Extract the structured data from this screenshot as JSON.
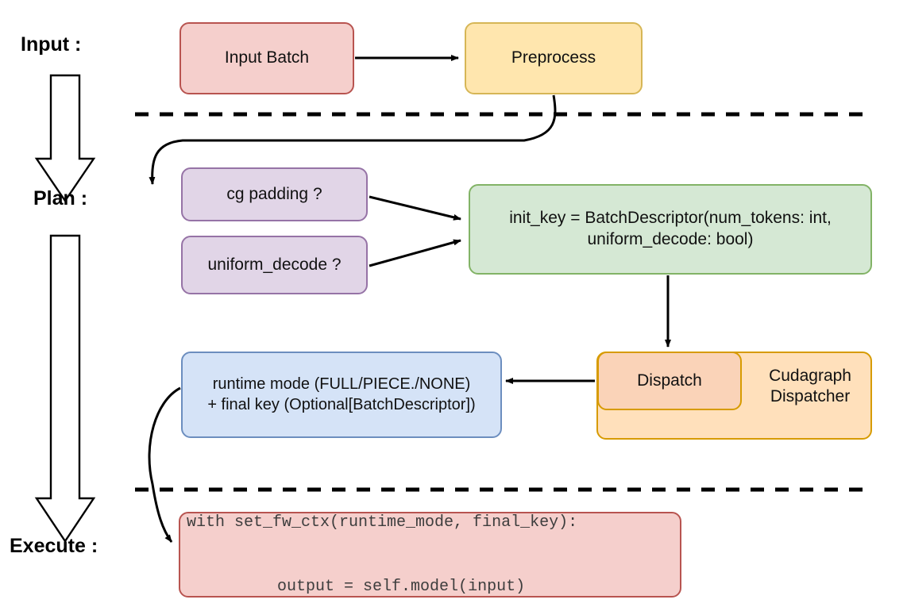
{
  "diagram": {
    "title": "vLLM cudagraph dispatch pipeline",
    "background": "#ffffff",
    "stage_labels": [
      {
        "id": "input",
        "text": "Input :"
      },
      {
        "id": "plan",
        "text": "Plan :"
      },
      {
        "id": "execute",
        "text": "Execute :"
      }
    ],
    "nodes": {
      "input_batch": {
        "label": "Input Batch",
        "fill": "#f5cfcc",
        "stroke": "#b85450"
      },
      "preprocess": {
        "label": "Preprocess",
        "fill": "#ffe6ae",
        "stroke": "#d6b656"
      },
      "cg_padding": {
        "label": "cg padding ?",
        "fill": "#e1d5e7",
        "stroke": "#9673a6"
      },
      "uniform_decode": {
        "label": "uniform_decode ?",
        "fill": "#e1d5e7",
        "stroke": "#9673a6"
      },
      "init_key": {
        "line1": "init_key = BatchDescriptor(num_tokens: int,",
        "line2": "uniform_decode: bool)",
        "fill": "#d5e8d4",
        "stroke": "#82b366"
      },
      "dispatch": {
        "label": "Dispatch",
        "fill": "#fad3b8",
        "stroke": "#d79b00"
      },
      "cudagraph_dispatcher": {
        "line1": "Cudagraph",
        "line2": "Dispatcher",
        "fill": "#ffe0bb",
        "stroke": "#d79b00"
      },
      "runtime_mode": {
        "line1": "runtime mode (FULL/PIECE./NONE)",
        "line2": "+ final key (Optional[BatchDescriptor])",
        "fill": "#d5e3f7",
        "stroke": "#6c8ebf"
      },
      "code_block": {
        "line1": "with set_fw_ctx(runtime_mode, final_key):",
        "line2": "    output = self.model(input)",
        "fill": "#f5cfcc",
        "stroke": "#b85450"
      }
    },
    "separators": [
      {
        "id": "input-plan-divider",
        "style": "dashed"
      },
      {
        "id": "plan-execute-divider",
        "style": "dashed"
      }
    ],
    "flow_arrows": [
      {
        "id": "input-batch-to-preprocess",
        "from": "input_batch",
        "to": "preprocess"
      },
      {
        "id": "preprocess-to-cg-padding",
        "from": "preprocess",
        "to": "cg_padding"
      },
      {
        "id": "cg-padding-to-init-key",
        "from": "cg_padding",
        "to": "init_key"
      },
      {
        "id": "uniform-decode-to-init-key",
        "from": "uniform_decode",
        "to": "init_key"
      },
      {
        "id": "init-key-to-dispatch",
        "from": "init_key",
        "to": "dispatch"
      },
      {
        "id": "dispatch-to-runtime-mode",
        "from": "dispatch",
        "to": "runtime_mode"
      },
      {
        "id": "runtime-mode-to-code",
        "from": "runtime_mode",
        "to": "code_block"
      }
    ],
    "stage_progress_arrows": [
      {
        "id": "input-to-plan-arrow"
      },
      {
        "id": "plan-to-execute-arrow"
      }
    ]
  }
}
